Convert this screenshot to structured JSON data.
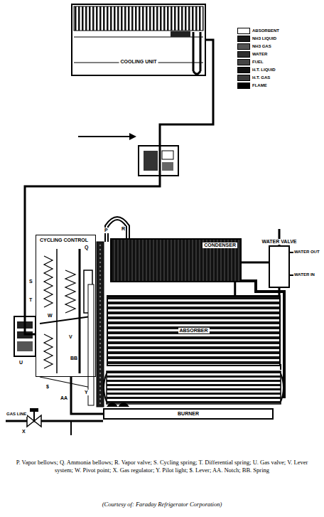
{
  "diagram": {
    "caption": "P. Vapor bellows; Q. Ammonia bellows; R. Vapor valve; S. Cycling spring; T. Differential spring; U. Gas valve; V. Lever system; W. Pivot point; X. Gas regulator; Y. Pilot light; $. Lever; AA. Notch; BB. Spring",
    "nodes": [
      {
        "text": [
          "COOLING UNIT"
        ]
      },
      {
        "text": [
          "CYCLING CONTROL"
        ]
      },
      {
        "text": [
          "CONDENSER"
        ]
      },
      {
        "text": [
          "WATER VALVE"
        ]
      },
      {
        "text": [
          "ABSORBER"
        ]
      },
      {
        "text": [
          "BURNER"
        ]
      }
    ],
    "edges": [
      {
        "from": 0,
        "to": 1,
        "arrow": "none"
      },
      {
        "from": 2,
        "to": 3,
        "arrow": "none"
      },
      {
        "from": 5,
        "to": 1,
        "arrow": "none"
      },
      {
        "from": 2,
        "to": 4,
        "arrow": "none"
      }
    ],
    "labels": [
      "P",
      "Q",
      "R",
      "S",
      "T",
      "U",
      "V",
      "W",
      "X",
      "Y",
      "$",
      "AA",
      "BB",
      "WATER OUT",
      "WATER IN",
      "GAS LINE",
      "(Courtesy of: Faraday Refrigerator Corporation)"
    ],
    "legend": [
      {
        "text": "ABSORBENT",
        "color": "#ffffff"
      },
      {
        "text": "NH3 LIQUID",
        "color": "#1a1a1a"
      },
      {
        "text": "NH3 GAS",
        "color": "#555555"
      },
      {
        "text": "WATER",
        "color": "#2e2e2e"
      },
      {
        "text": "FUEL",
        "color": "#444444"
      },
      {
        "text": "H.T. LIQUID",
        "color": "#111111"
      },
      {
        "text": "H.T. GAS",
        "color": "#3a3a3a"
      },
      {
        "text": "FLAME",
        "color": "#000000"
      }
    ]
  }
}
